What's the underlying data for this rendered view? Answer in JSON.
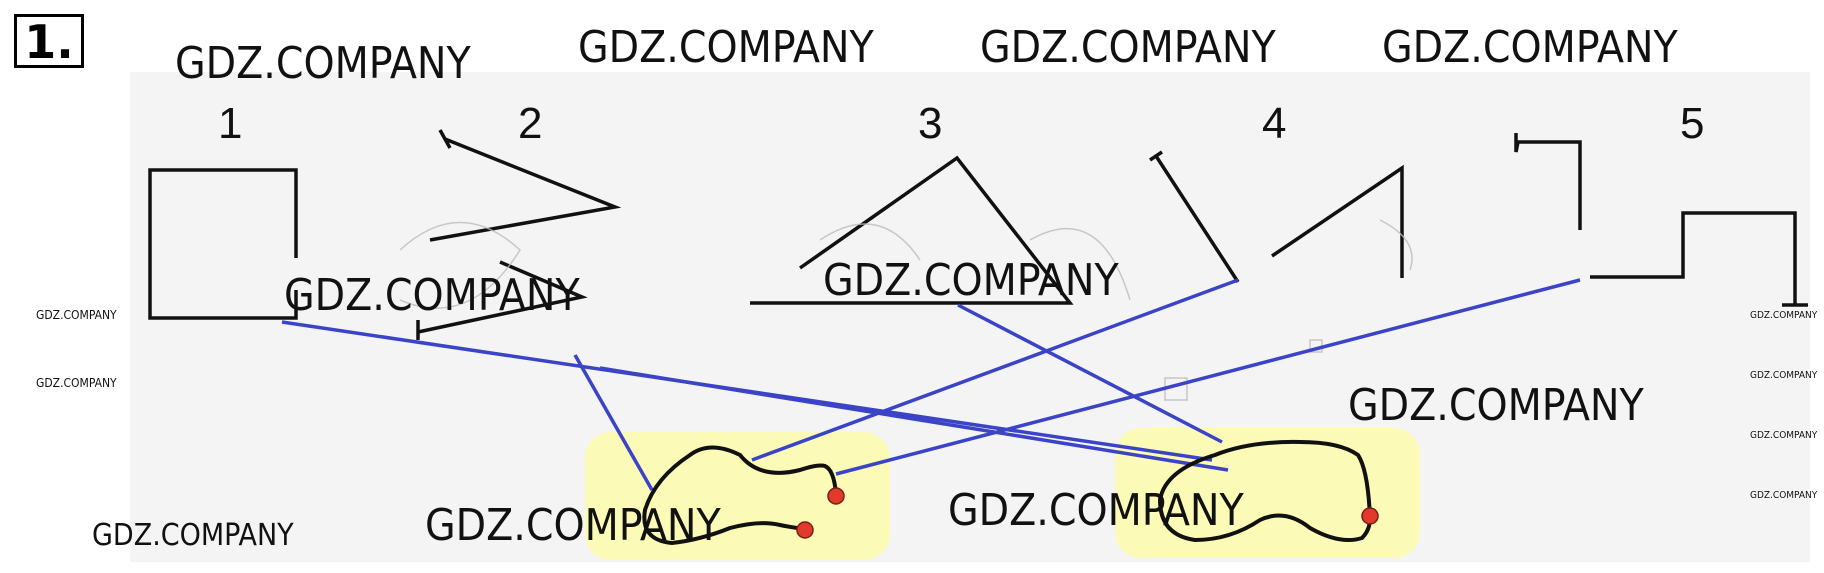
{
  "task_number": "1.",
  "figure_labels": [
    "1",
    "2",
    "3",
    "4",
    "5"
  ],
  "watermark_text": "GDZ.COMPANY",
  "colors": {
    "connector": "#3b43c6",
    "blob_fill": "#fbfab6",
    "dot": "#e23a2a",
    "stroke": "#111111",
    "panel": "#f4f4f4"
  }
}
